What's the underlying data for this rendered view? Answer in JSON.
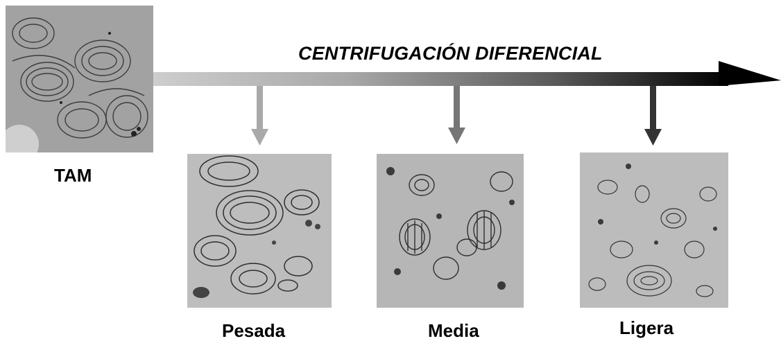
{
  "process": {
    "title": "CENTRIFUGACIÓN DIFERENCIAL"
  },
  "source": {
    "label": "TAM"
  },
  "fractions": [
    {
      "label": "Pesada",
      "arrow_color": "#a9a9a9"
    },
    {
      "label": "Media",
      "arrow_color": "#767676"
    },
    {
      "label": "Ligera",
      "arrow_color": "#333333"
    }
  ],
  "colors": {
    "gradient_start": "#c8c8c8",
    "gradient_end": "#000000"
  }
}
